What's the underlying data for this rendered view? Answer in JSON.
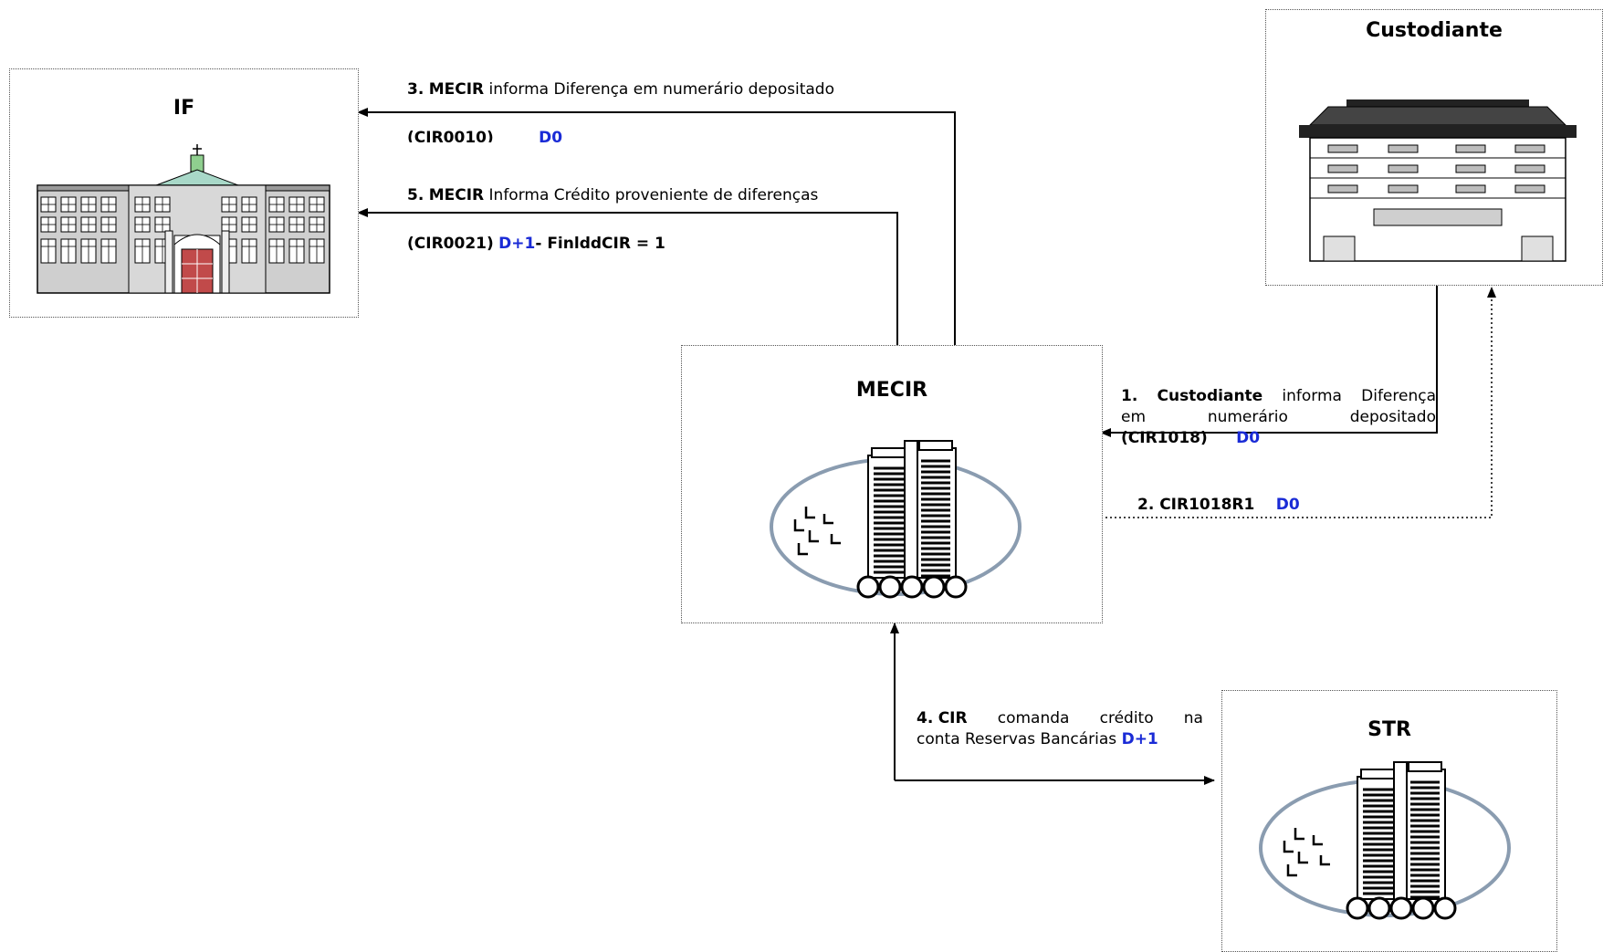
{
  "nodes": {
    "if": {
      "title": "IF",
      "icon": "government-building-icon"
    },
    "custodiante": {
      "title": "Custodiante",
      "icon": "office-building-icon"
    },
    "mecir": {
      "title": "MECIR",
      "icon": "central-bank-tower-icon"
    },
    "str": {
      "title": "STR",
      "icon": "central-bank-tower-icon"
    }
  },
  "flows": {
    "step3": {
      "num": "3.",
      "actor": "MECIR",
      "text": " informa Diferença em numerário depositado",
      "code": "(CIR0010)",
      "day": "D0"
    },
    "step5": {
      "num": "5.",
      "actor": "MECIR",
      "text": " Informa  Crédito proveniente de diferenças",
      "code": "(CIR0021)",
      "day": "D+1",
      "suffix": "- FinlddCIR = 1"
    },
    "step1": {
      "num": "1.",
      "actor": "Custodiante",
      "text1": " informa Diferença",
      "w_em": "em",
      "w_num": "numerário",
      "w_dep": "depositado",
      "code": "(CIR1018)",
      "day": "D0"
    },
    "step2": {
      "label": "2. CIR1018R1",
      "day": "D0"
    },
    "step4": {
      "num": "4.",
      "actor": "CIR",
      "w_comanda": "comanda",
      "w_credito": "crédito",
      "w_na": "na",
      "line2": "conta Reservas Bancárias",
      "day": "D+1"
    }
  },
  "colors": {
    "accent_blue": "#1a2bd6",
    "border": "#555555",
    "ellipse": "#8a9cb0"
  }
}
